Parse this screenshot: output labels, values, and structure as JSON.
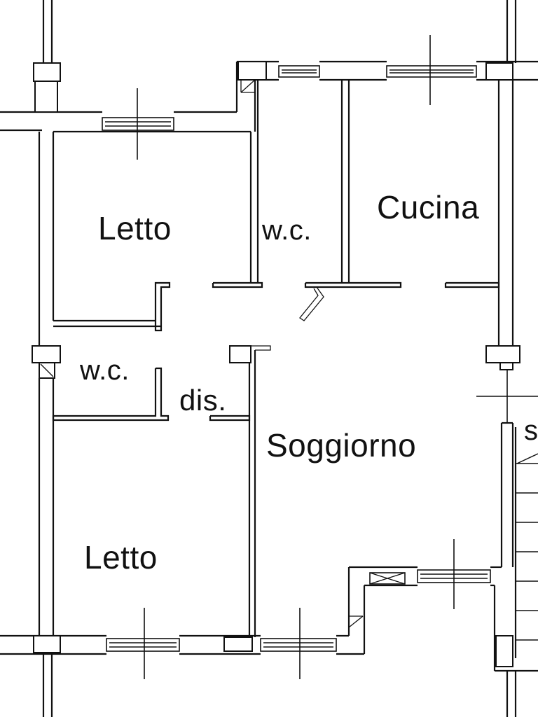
{
  "floor_plan": {
    "rooms": {
      "bedroom_top": "Letto",
      "wc_top": "w.c.",
      "kitchen": "Cucina",
      "wc_bottom": "w.c.",
      "hallway": "dis.",
      "living_room": "Soggiorno",
      "bedroom_bottom": "Letto",
      "stair_edge": "s"
    },
    "colors": {
      "line": "#111111",
      "background": "#ffffff"
    }
  }
}
